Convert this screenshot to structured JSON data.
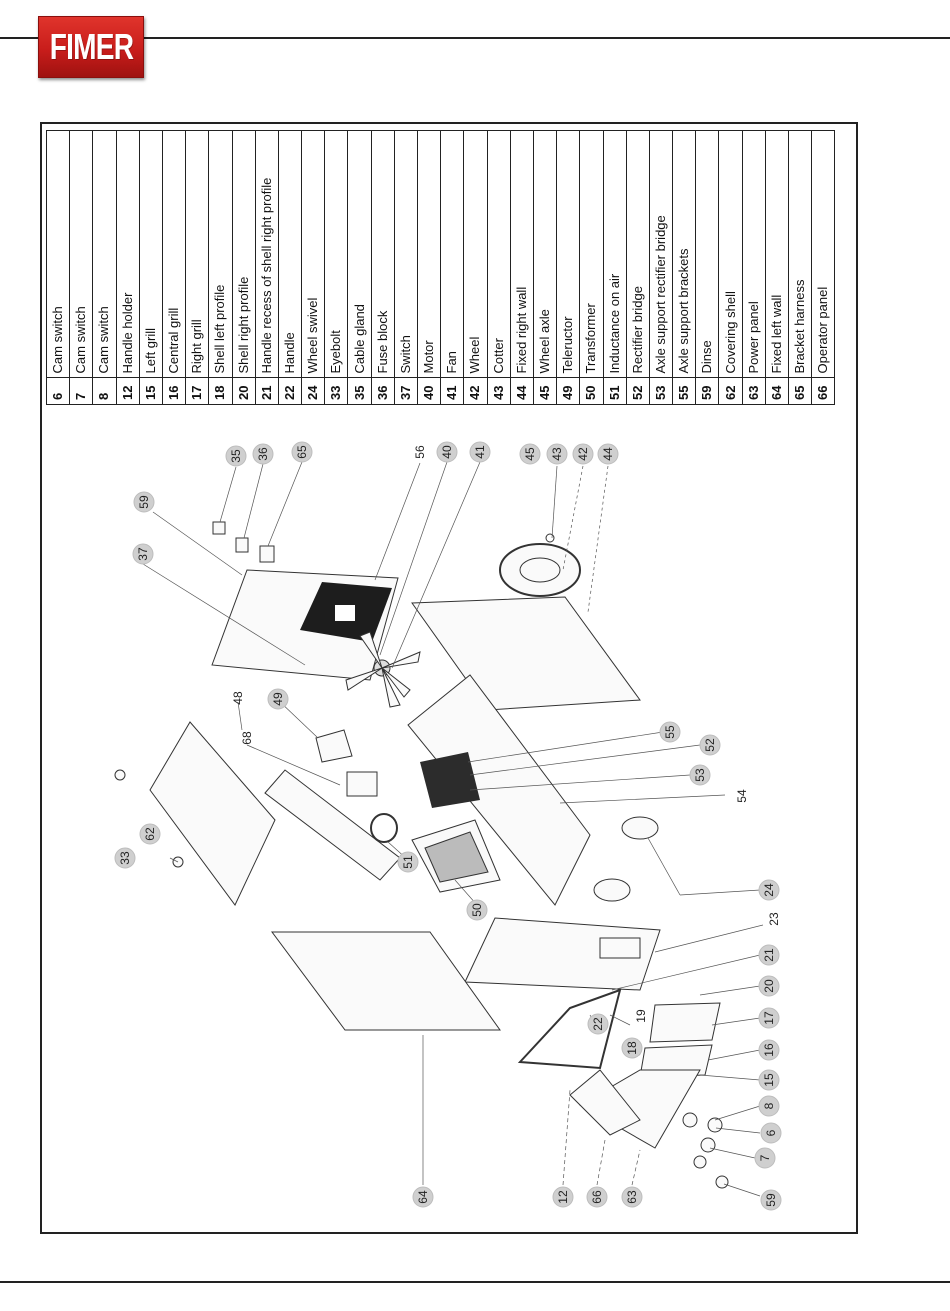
{
  "brand": {
    "logo_text": "FIMER",
    "color": "#d1211f"
  },
  "legend": [
    {
      "num": "6",
      "name": "Cam switch"
    },
    {
      "num": "7",
      "name": "Cam switch"
    },
    {
      "num": "8",
      "name": "Cam switch"
    },
    {
      "num": "12",
      "name": "Handle holder"
    },
    {
      "num": "15",
      "name": "Left grill"
    },
    {
      "num": "16",
      "name": "Central grill"
    },
    {
      "num": "17",
      "name": "Right grill"
    },
    {
      "num": "18",
      "name": "Shell left profile"
    },
    {
      "num": "20",
      "name": "Shell right profile"
    },
    {
      "num": "21",
      "name": "Handle recess of shell right profile"
    },
    {
      "num": "22",
      "name": "Handle"
    },
    {
      "num": "24",
      "name": "Wheel swivel"
    },
    {
      "num": "33",
      "name": "Eyebolt"
    },
    {
      "num": "35",
      "name": "Cable gland"
    },
    {
      "num": "36",
      "name": "Fuse block"
    },
    {
      "num": "37",
      "name": "Switch"
    },
    {
      "num": "40",
      "name": "Motor"
    },
    {
      "num": "41",
      "name": "Fan"
    },
    {
      "num": "42",
      "name": "Wheel"
    },
    {
      "num": "43",
      "name": "Cotter"
    },
    {
      "num": "44",
      "name": "Fixed right wall"
    },
    {
      "num": "45",
      "name": "Wheel axle"
    },
    {
      "num": "49",
      "name": "Teleructor"
    },
    {
      "num": "50",
      "name": "Transformer"
    },
    {
      "num": "51",
      "name": "Inductance on air"
    },
    {
      "num": "52",
      "name": "Rectifier bridge"
    },
    {
      "num": "53",
      "name": "Axle support rectifier bridge"
    },
    {
      "num": "55",
      "name": "Axle support brackets"
    },
    {
      "num": "59",
      "name": "Dinse"
    },
    {
      "num": "62",
      "name": "Covering shell"
    },
    {
      "num": "63",
      "name": "Power panel"
    },
    {
      "num": "64",
      "name": "Fixed left wall"
    },
    {
      "num": "65",
      "name": "Bracket harness"
    },
    {
      "num": "66",
      "name": "Operator panel"
    }
  ],
  "callouts": {
    "c35": "35",
    "c36": "36",
    "c65": "65",
    "c59a": "59",
    "c37": "37",
    "c40": "40",
    "c41": "41",
    "c45": "45",
    "c43": "43",
    "c42": "42",
    "c44": "44",
    "c49": "49",
    "c55": "55",
    "c52": "52",
    "c53": "53",
    "c62": "62",
    "c33": "33",
    "c51": "51",
    "c50": "50",
    "c24": "24",
    "c21": "21",
    "c20": "20",
    "c22": "22",
    "c17": "17",
    "c18": "18",
    "c16": "16",
    "c15": "15",
    "c8": "8",
    "c6": "6",
    "c7": "7",
    "c59b": "59",
    "c64": "64",
    "c12": "12",
    "c66": "66",
    "c63": "63"
  },
  "plain_labels": {
    "p56": "56",
    "p48": "48",
    "p68": "68",
    "p54": "54",
    "p23": "23",
    "p19": "19"
  }
}
